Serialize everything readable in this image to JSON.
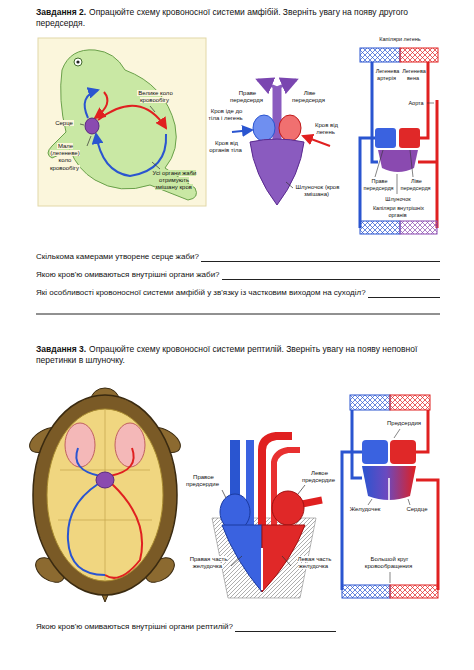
{
  "diagram": {
    "labels": [
      "Завдання 2.",
      "Опрацюйте схему кровоносної системи амфібій. Зверніть увагу на появу другого передсердя.",
      "Велике коло кровообігу",
      "Серце",
      "Мале (легеневе) коло кровообігу",
      "Усі органи жаби отримують змішану кров",
      "Праве передсердя",
      "Ліве передсердя",
      "Кров іде до тіла і легень",
      "Кров від легень",
      "Кров від органів тіла",
      "Шлуночок (кров змішана)",
      "Капіляри легень",
      "Легенева артерія",
      "Легенева вена",
      "Аорта",
      "Праве передсердя",
      "Ліве передсердя",
      "Шлуночок",
      "Капіляри внутрішніх органів",
      "Скількома камерами утворене серце жаби?",
      "Якою кров'ю омиваються внутрішні органи жаби?",
      "Які особливості кровоносної системи амфібій у зв'язку із частковим виходом на суходіл?",
      "Завдання 3.",
      "Опрацюйте схему кровоносної системи рептилій. Зверніть увагу на появу неповної перетинки в шлуночку.",
      "Правое предсердие",
      "Левое предсердие",
      "Правая часть желудочка",
      "Левая часть желудочка",
      "Предсердия",
      "Сердце",
      "Желудочек",
      "Большой круг кровообращения",
      "Якою кров'ю омиваються внутрішні органи рептилій?"
    ]
  }
}
